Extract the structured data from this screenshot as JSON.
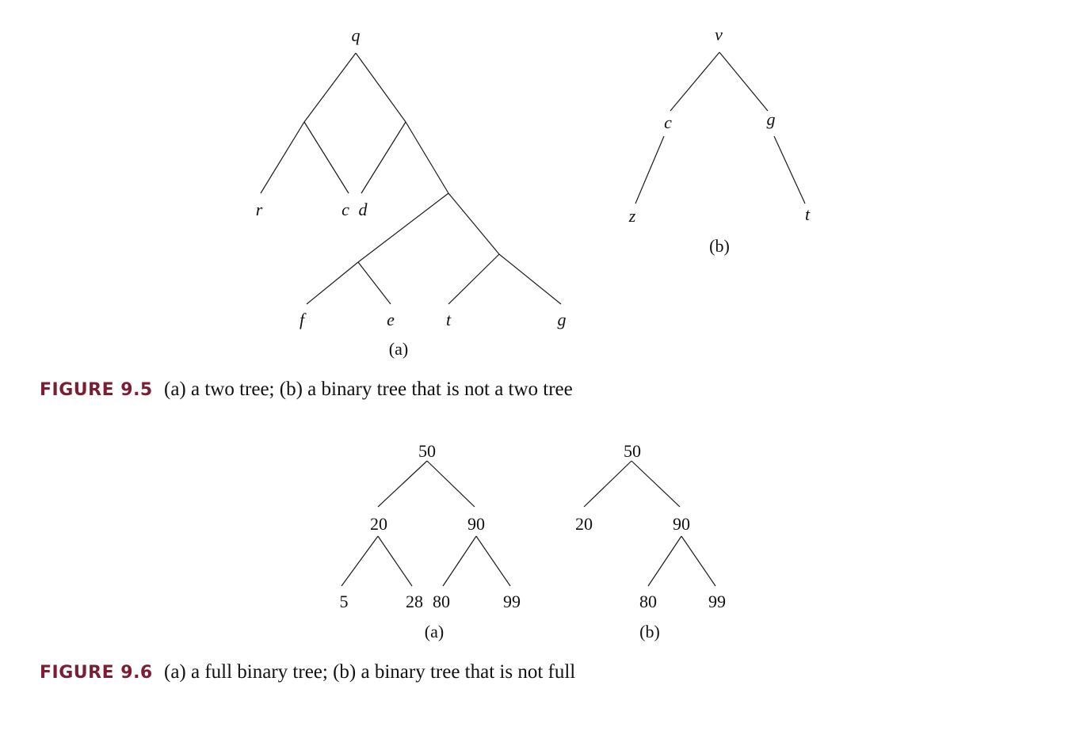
{
  "figures": [
    {
      "number": "FIGURE 9.5",
      "caption": "(a) a two tree; (b) a binary tree that is not a two tree",
      "trees": [
        {
          "sublabel": "(a)",
          "labels": [
            "q",
            "r",
            "c",
            "d",
            "f",
            "e",
            "t",
            "g"
          ]
        },
        {
          "sublabel": "(b)",
          "labels": [
            "v",
            "c",
            "g",
            "z",
            "t"
          ]
        }
      ]
    },
    {
      "number": "FIGURE 9.6",
      "caption": "(a) a full binary tree; (b) a binary tree that is not full",
      "trees": [
        {
          "sublabel": "(a)",
          "labels": [
            "50",
            "20",
            "90",
            "5",
            "28",
            "80",
            "99"
          ]
        },
        {
          "sublabel": "(b)",
          "labels": [
            "50",
            "20",
            "90",
            "80",
            "99"
          ]
        }
      ]
    }
  ]
}
